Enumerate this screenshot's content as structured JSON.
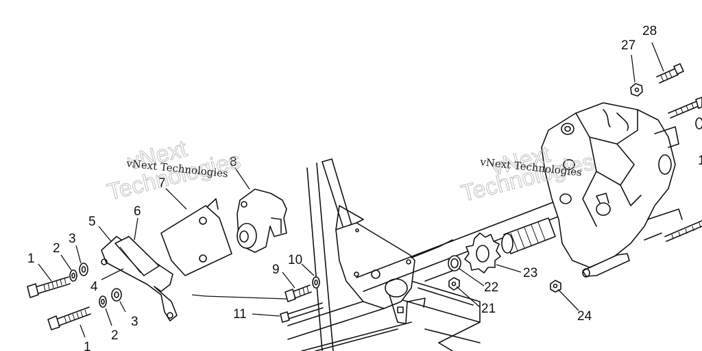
{
  "watermark": {
    "line_small": "vNext Technologies",
    "line_big_1": "vNext",
    "line_big_2": "Technologies"
  },
  "callouts": [
    {
      "id": "c1a",
      "text": "1"
    },
    {
      "id": "c2a",
      "text": "2"
    },
    {
      "id": "c3a",
      "text": "3"
    },
    {
      "id": "c5",
      "text": "5"
    },
    {
      "id": "c6",
      "text": "6"
    },
    {
      "id": "c4",
      "text": "4"
    },
    {
      "id": "c7",
      "text": "7"
    },
    {
      "id": "c8",
      "text": "8"
    },
    {
      "id": "c3b",
      "text": "3"
    },
    {
      "id": "c2b",
      "text": "2"
    },
    {
      "id": "c1b",
      "text": "1"
    },
    {
      "id": "c9",
      "text": "9"
    },
    {
      "id": "c10",
      "text": "10"
    },
    {
      "id": "c11",
      "text": "11"
    },
    {
      "id": "c21",
      "text": "21"
    },
    {
      "id": "c22",
      "text": "22"
    },
    {
      "id": "c23",
      "text": "23"
    },
    {
      "id": "c24",
      "text": "24"
    },
    {
      "id": "c27",
      "text": "27"
    },
    {
      "id": "c28",
      "text": "28"
    },
    {
      "id": "c1c",
      "text": "1"
    }
  ]
}
